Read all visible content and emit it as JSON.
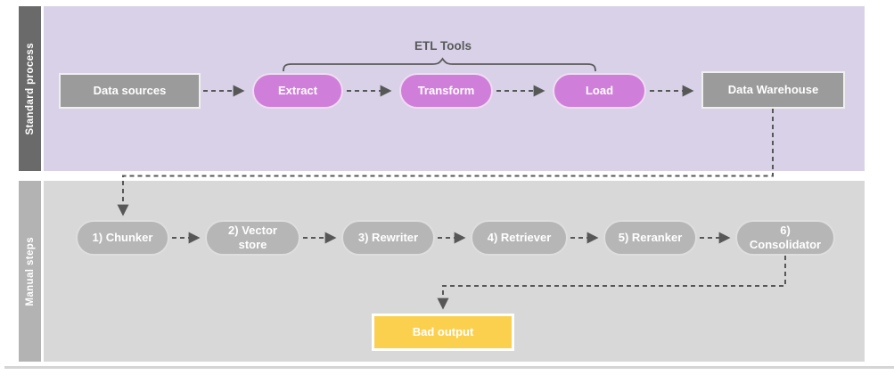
{
  "lanes": {
    "standard_process": "Standard process",
    "manual_steps": "Manual steps"
  },
  "brace_label": "ETL Tools",
  "nodes": {
    "data_sources": "Data sources",
    "extract": "Extract",
    "transform": "Transform",
    "load": "Load",
    "data_warehouse": "Data Warehouse",
    "step1": "1) Chunker",
    "step2": "2) Vector store",
    "step3": "3) Rewriter",
    "step4": "4) Retriever",
    "step5": "5) Reranker",
    "step6": "6) Consolidator",
    "bad_output": "Bad output"
  },
  "colors": {
    "lane_standard_bg": "#d8d1e7",
    "lane_standard_label_bg": "#6a6a6a",
    "lane_manual_bg": "#d8d8d8",
    "lane_manual_label_bg": "#b3b3b3",
    "etl_pill": "#cf7fd9",
    "gray_box": "#9b9b9b",
    "gray_pill": "#b6b6b6",
    "bad_output": "#fcd04f",
    "connector": "#575757",
    "node_text": "#ffffff",
    "annotation_text": "#595959"
  }
}
